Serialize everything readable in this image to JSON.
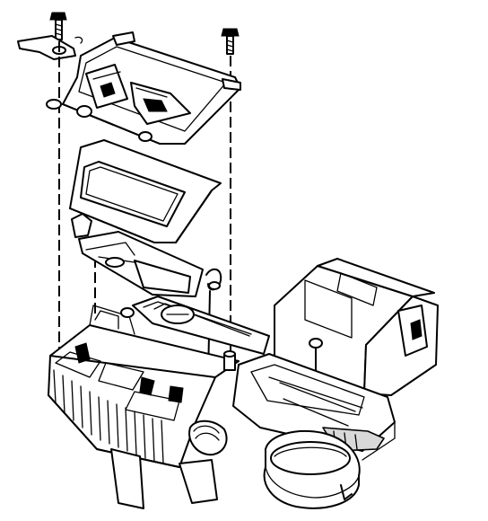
{
  "diagram": {
    "background": "#ffffff",
    "line_color": "#000000",
    "parts": [
      "screw-left",
      "screw-right",
      "bracket",
      "upper-cover",
      "filter-cover",
      "filter-element",
      "retaining-clip",
      "hvac-module-housing",
      "blower-motor",
      "heater-case"
    ]
  }
}
